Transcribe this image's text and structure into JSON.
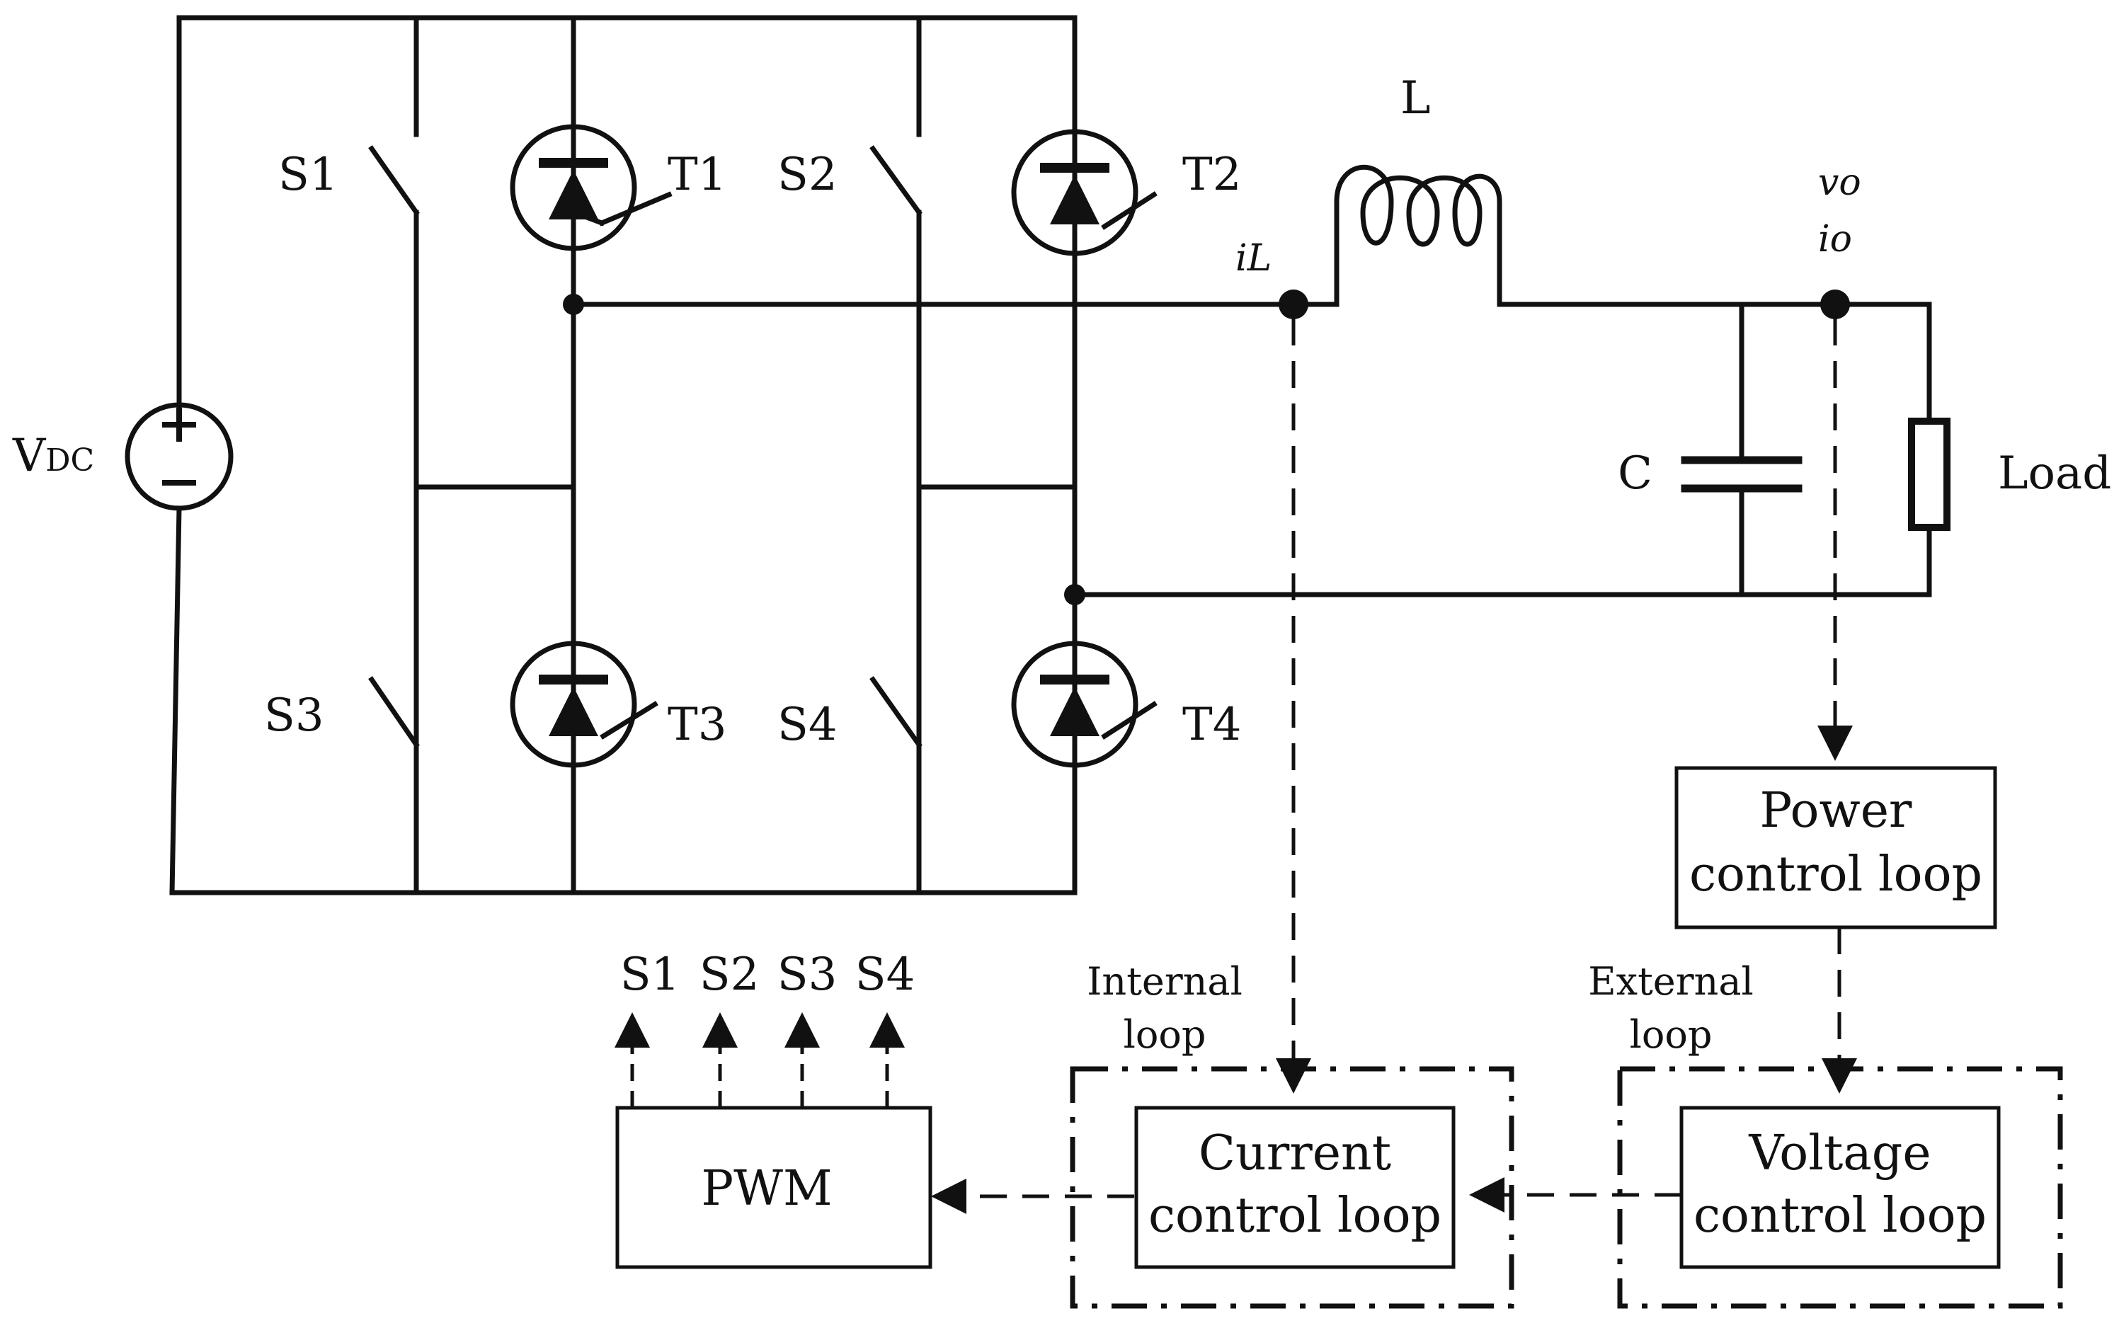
{
  "source": {
    "label_main": "V",
    "label_sub": "DC",
    "plus": "+",
    "minus": "−"
  },
  "switches": {
    "s1": "S1",
    "s2": "S2",
    "s3": "S3",
    "s4": "S4"
  },
  "thyristors": {
    "t1": "T1",
    "t2": "T2",
    "t3": "T3",
    "t4": "T4"
  },
  "filter": {
    "inductor": "L",
    "capacitor": "C",
    "load": "Load"
  },
  "measurements": {
    "inductor_current": "iL",
    "output_voltage": "vo",
    "output_current": "io"
  },
  "blocks": {
    "power_loop": [
      "Power",
      "control loop"
    ],
    "voltage_loop": [
      "Voltage",
      "control loop"
    ],
    "current_loop": [
      "Current",
      "control loop"
    ],
    "pwm": "PWM"
  },
  "loop_labels": {
    "internal": [
      "Internal",
      "loop"
    ],
    "external": [
      "External",
      "loop"
    ]
  },
  "pwm_outputs": [
    "S1",
    "S2",
    "S3",
    "S4"
  ],
  "colors": {
    "line": "#111111",
    "background": "#ffffff"
  }
}
